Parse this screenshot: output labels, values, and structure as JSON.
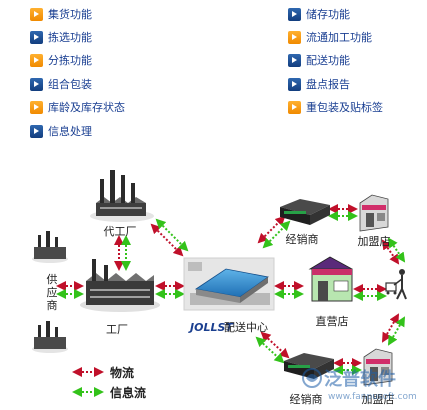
{
  "functions": {
    "left": [
      {
        "label": "集货功能",
        "icon": "orange-arrow-icon",
        "color": "#f39800"
      },
      {
        "label": "拣选功能",
        "icon": "blue-arrow-icon",
        "color": "#1b4a8c"
      },
      {
        "label": "分拣功能",
        "icon": "orange-arrow-icon",
        "color": "#f39800"
      },
      {
        "label": "组合包装",
        "icon": "blue-arrow-icon",
        "color": "#1b4a8c"
      },
      {
        "label": "库龄及库存状态",
        "icon": "orange-arrow-icon",
        "color": "#f39800"
      },
      {
        "label": "信息处理",
        "icon": "blue-arrow-icon",
        "color": "#1b4a8c"
      }
    ],
    "right": [
      {
        "label": "储存功能",
        "icon": "blue-arrow-icon",
        "color": "#1b4a8c"
      },
      {
        "label": "流通加工功能",
        "icon": "orange-arrow-icon",
        "color": "#f39800"
      },
      {
        "label": "配送功能",
        "icon": "blue-arrow-icon",
        "color": "#1b4a8c"
      },
      {
        "label": "盘点报告",
        "icon": "blue-arrow-icon",
        "color": "#1b4a8c"
      },
      {
        "label": "重包装及贴标签",
        "icon": "orange-arrow-icon",
        "color": "#f39800"
      }
    ]
  },
  "diagram": {
    "nodes": {
      "oem_factory": "代工厂",
      "supplier_line1": "供",
      "supplier_line2": "应",
      "supplier_line3": "商",
      "factory": "工厂",
      "dc_brand": "JOLLST",
      "dc": "配送中心",
      "dealer_top": "经销商",
      "franchise_top": "加盟店",
      "direct_store": "直营店",
      "dealer_bottom": "经销商",
      "franchise_bottom": "加盟店"
    },
    "legend": {
      "logistics": "物流",
      "information": "信息流"
    },
    "colors": {
      "logistics": "#c0102a",
      "information": "#33c21a"
    }
  },
  "watermark": {
    "text": "泛普软件",
    "url": "www.fanpusoft.com"
  }
}
